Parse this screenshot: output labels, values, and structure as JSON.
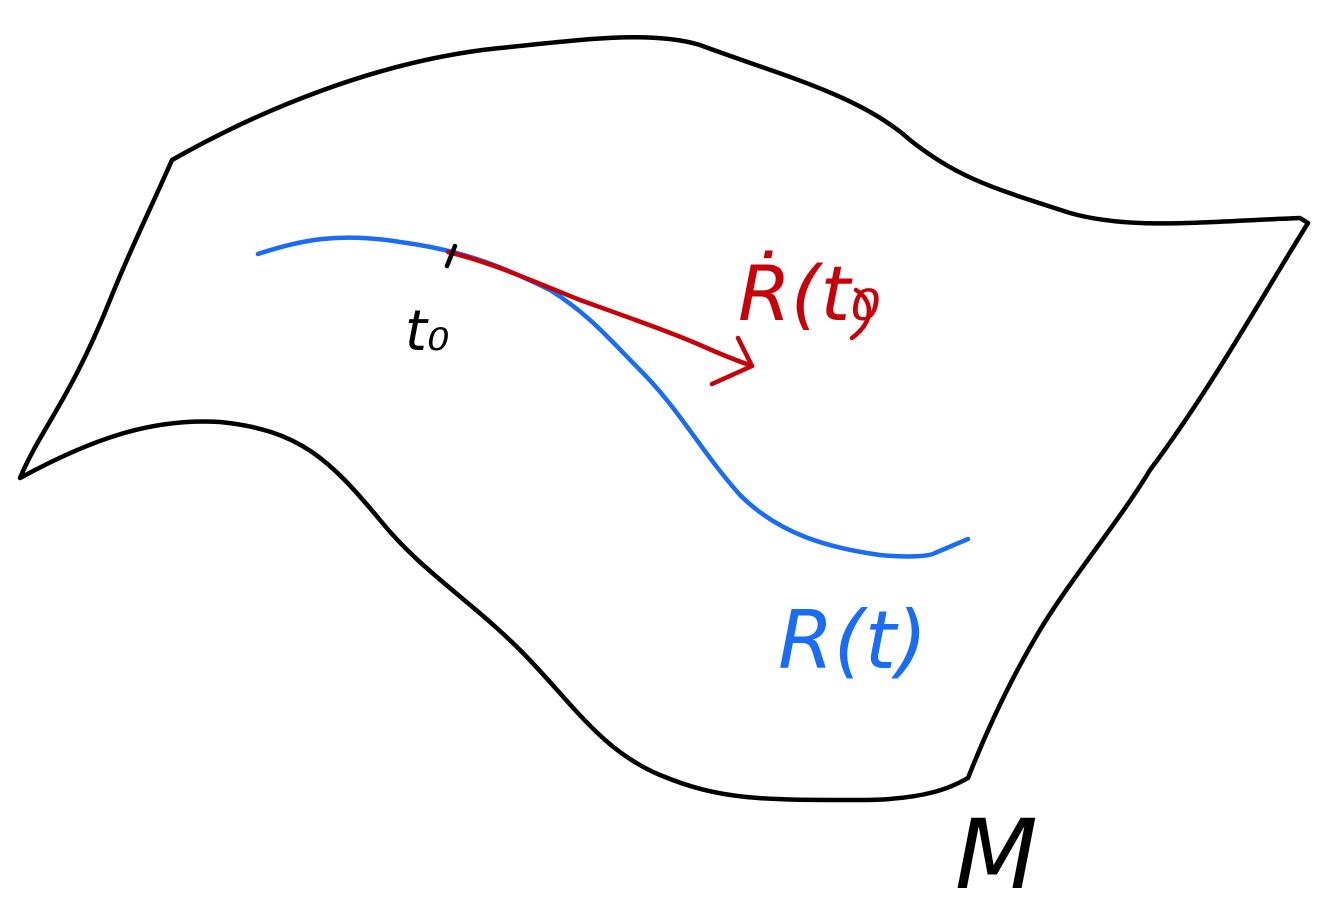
{
  "diagram": {
    "manifold_label": "M",
    "curve_label": "R(t)",
    "tangent_label": "Ṙ(t₀",
    "point_label": "t₀"
  },
  "colors": {
    "manifold": "#000000",
    "curve": "#1a6cf5",
    "tangent": "#c8000a",
    "point": "#000000",
    "background": "#ffffff"
  },
  "icons": {
    "manifold": "surface-sheet",
    "curve": "blue-curve",
    "tangent": "red-arrow",
    "point": "tick-mark"
  }
}
